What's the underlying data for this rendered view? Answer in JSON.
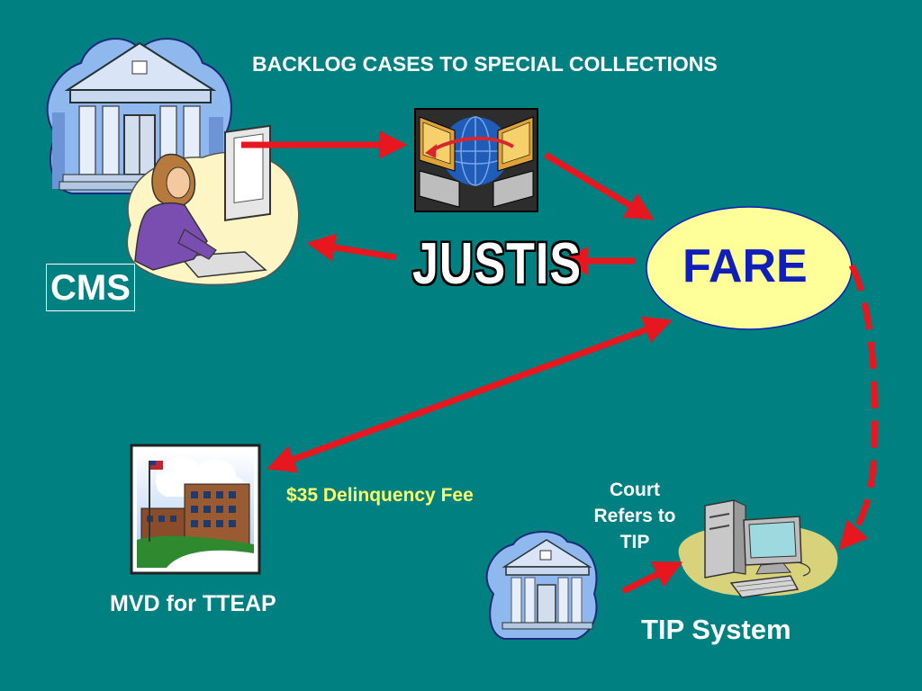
{
  "slide": {
    "title": "BACKLOG CASES TO SPECIAL COLLECTIONS",
    "background_color": "#008080",
    "arrow_color": "#e8161e"
  },
  "nodes": {
    "cms": {
      "label": "CMS"
    },
    "justis": {
      "label": "JUSTIS"
    },
    "fare": {
      "label": "FARE",
      "fill": "#ffff99",
      "text_color": "#0f1fb8"
    },
    "mvd": {
      "label": "MVD for TTEAP"
    },
    "tip": {
      "label": "TIP System"
    }
  },
  "edge_labels": {
    "fee": "$35 Delinquency Fee",
    "court_refers": "Court Refers to TIP"
  },
  "icons": [
    "courthouse-icon",
    "operator-at-computer-icon",
    "network-computers-icon",
    "mvd-building-icon",
    "courthouse-small-icon",
    "desktop-computer-icon"
  ]
}
